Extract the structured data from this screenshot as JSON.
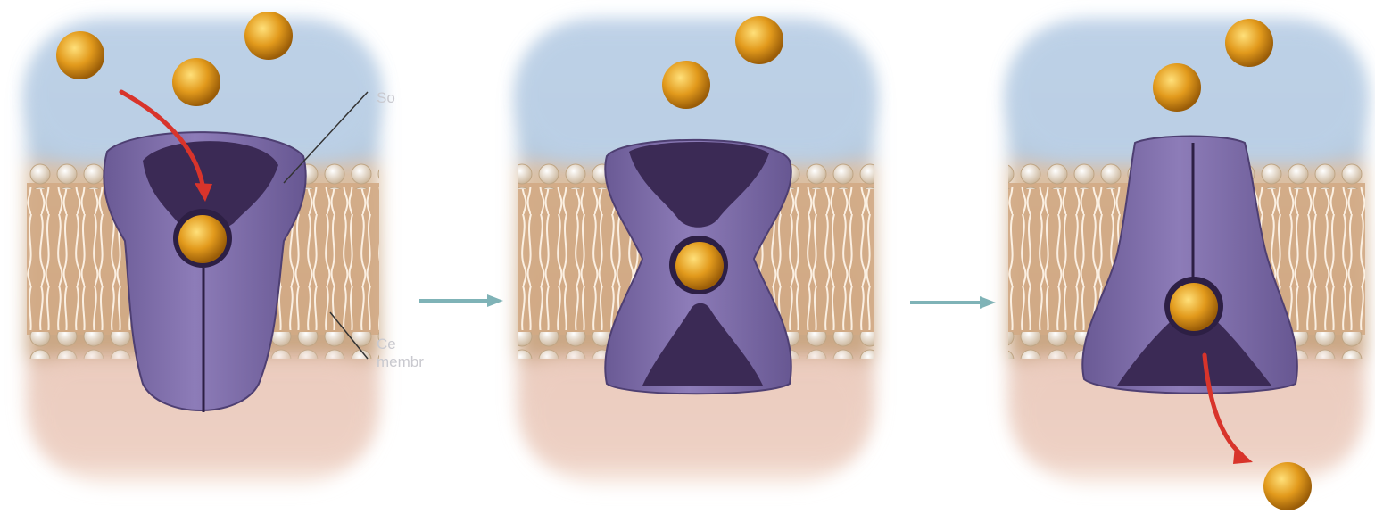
{
  "panels": [
    {
      "id": "panel-1",
      "protein_state": "open-outside",
      "solute_arrow": "entering"
    },
    {
      "id": "panel-2",
      "protein_state": "occluded",
      "solute_arrow": "none"
    },
    {
      "id": "panel-3",
      "protein_state": "open-inside",
      "solute_arrow": "exiting"
    }
  ],
  "labels": {
    "label_top": "So",
    "label_bottom_1": "Ce",
    "label_bottom_2": "membr"
  },
  "colors": {
    "extracellular": "#bcd0e6",
    "membrane": "#d6b293",
    "cytoplasm": "#e8c3b4",
    "protein": "#7b6aa6",
    "protein_dark": "#3b2a55",
    "solute": "#e29a1c",
    "flow_arrow": "#d8342b",
    "step_arrow": "#7fb3b7"
  }
}
